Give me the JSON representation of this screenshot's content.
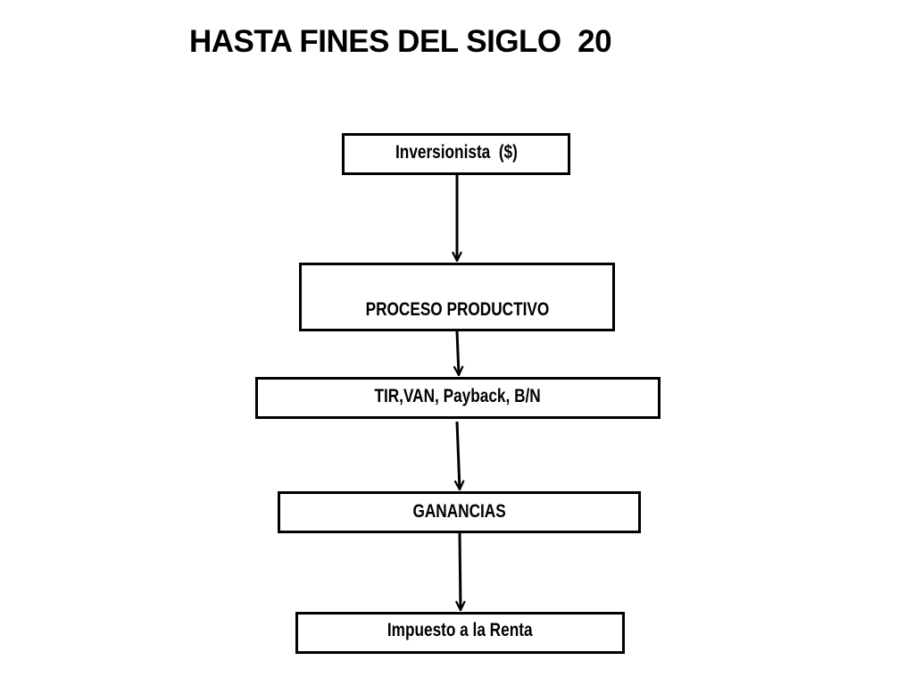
{
  "title": "HASTA FINES DEL SIGLO  20",
  "nodes": {
    "inversionista": "Inversionista  ($)",
    "proceso": "PROCESO PRODUCTIVO",
    "indicadores": "TIR,VAN, Payback, B/N",
    "ganancias": "GANANCIAS",
    "impuesto": "Impuesto a la Renta"
  }
}
